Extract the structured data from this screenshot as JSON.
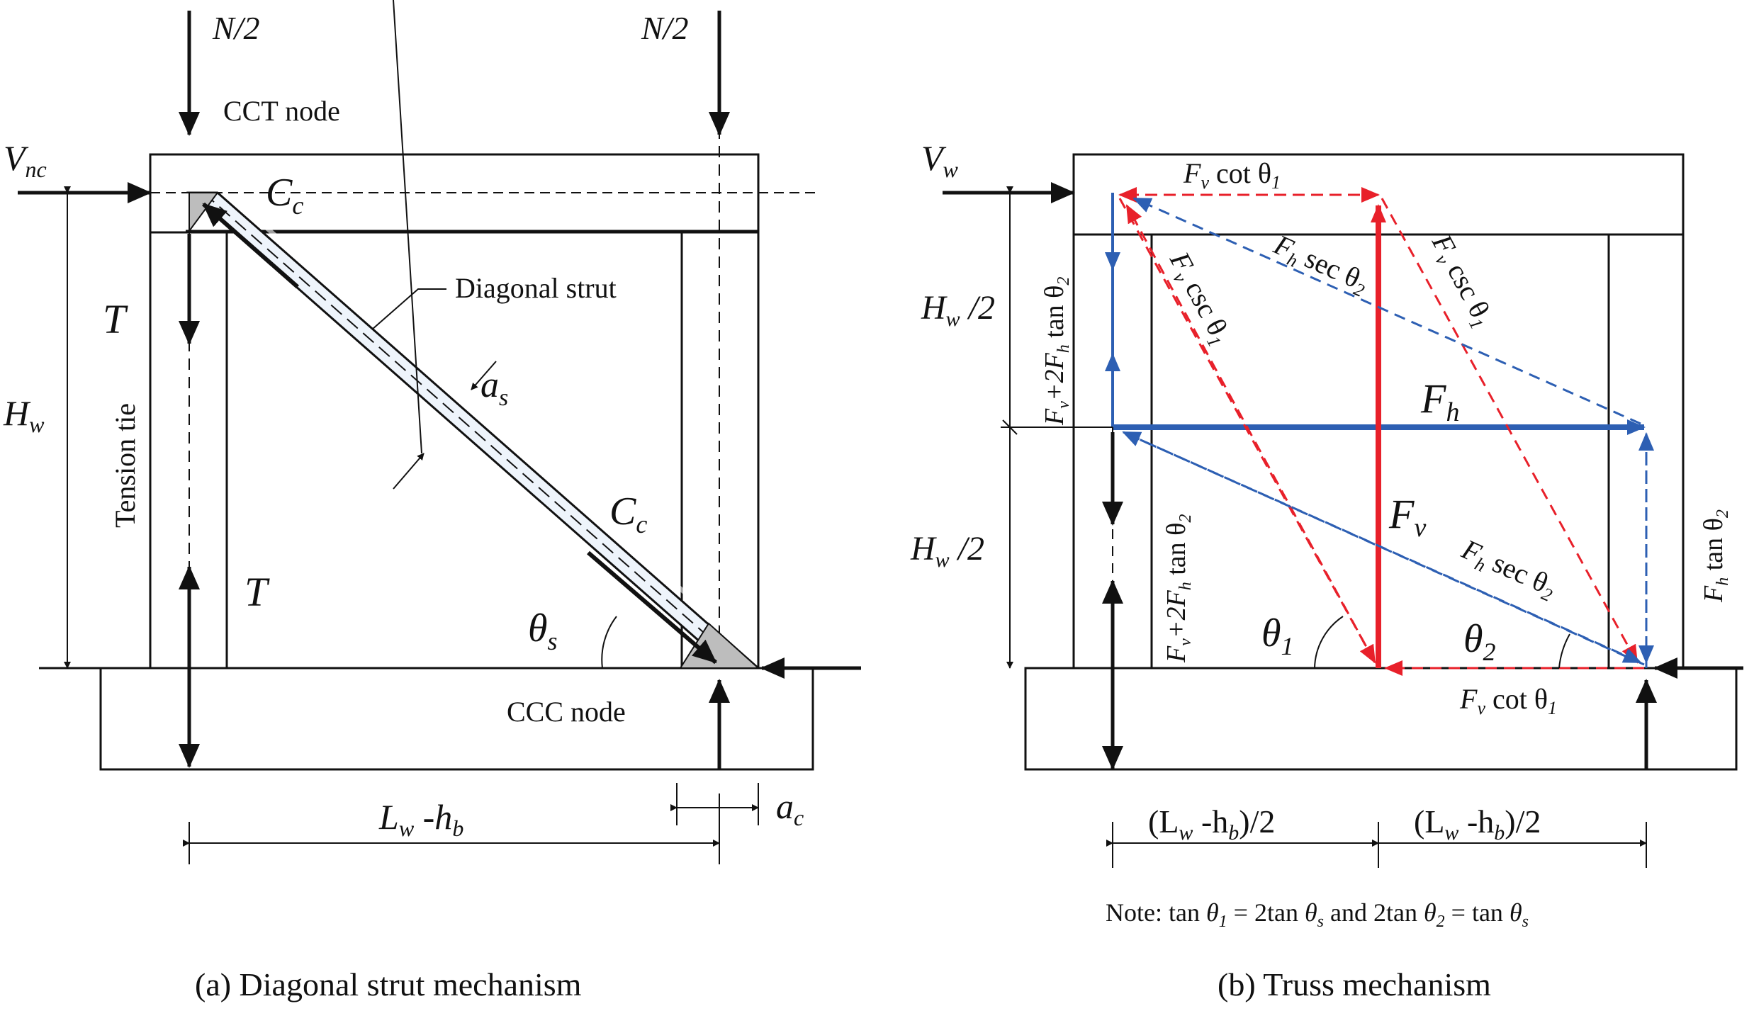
{
  "left_panel": {
    "caption": "(a) Diagonal strut mechanism",
    "load_left": "N/2",
    "load_right": "N/2",
    "cct_node": "CCT node",
    "ccc_node": "CCC node",
    "shear_label": "V",
    "shear_sub": "nc",
    "cc_top": "C",
    "cc_top_sub": "c",
    "cc_bottom": "C",
    "cc_bottom_sub": "c",
    "diag_label": "Diagonal strut",
    "as_label": "a",
    "as_sub": "s",
    "t_upper": "T",
    "t_lower": "T",
    "tension_tie": "Tension tie",
    "hw_label": "H",
    "hw_sub": "w",
    "theta_s": "θ",
    "theta_s_sub": "s",
    "lw_label": "L",
    "lw_sub": "w",
    "hb_label": " -h",
    "hb_sub": "b",
    "ac_label": "a",
    "ac_sub": "c"
  },
  "right_panel": {
    "caption": "(b) Truss mechanism",
    "shear_label": "V",
    "shear_sub": "w",
    "top_force": "F",
    "top_force_sub": "v",
    "top_force_rest": " cot θ",
    "top_force_rest_sub": "1",
    "bottom_force": "F",
    "bottom_force_sub": "v",
    "bottom_force_rest": " cot θ",
    "bottom_force_rest_sub": "1",
    "fv_csc_left": "F",
    "fv_csc_left_sub": "v",
    "fv_csc_left_rest": " csc θ",
    "fv_csc_left_rest_sub": "1",
    "fv_csc_right": "F",
    "fv_csc_right_sub": "v",
    "fv_csc_right_rest": " csc θ",
    "fv_csc_right_rest_sub": "1",
    "fh_sec_top": "F",
    "fh_sec_top_sub": "h",
    "fh_sec_top_rest": " sec θ",
    "fh_sec_top_rest_sub": "2",
    "fh_sec_bottom": "F",
    "fh_sec_bottom_sub": "h",
    "fh_sec_bottom_rest": " sec θ",
    "fh_sec_bottom_rest_sub": "2",
    "fh_label": "F",
    "fh_sub": "h",
    "fv_label": "F",
    "fv_sub": "v",
    "hw2_top": "H",
    "hw2_top_sub": "w",
    "hw2_top_rest": " /2",
    "hw2_bottom": "H",
    "hw2_bottom_sub": "w",
    "hw2_bottom_rest": " /2",
    "vert_upper": "F",
    "vert_upper_sub": "v",
    "vert_upper_rest": "+2F",
    "vert_upper_rest_sub": "h",
    "vert_upper_tail": " tan θ",
    "vert_upper_tail_sub": "2",
    "vert_lower": "F",
    "vert_lower_sub": "v",
    "vert_lower_rest": "+2F",
    "vert_lower_rest_sub": "h",
    "vert_lower_tail": " tan θ",
    "vert_lower_tail_sub": "2",
    "right_side": "F",
    "right_side_sub": "h",
    "right_side_rest": " tan θ",
    "right_side_rest_sub": "2",
    "theta1": "θ",
    "theta1_sub": "1",
    "theta2": "θ",
    "theta2_sub": "2",
    "dim_left": "(L",
    "dim_left_sub": "w",
    "dim_left_mid": " -h",
    "dim_left_mid_sub": "b",
    "dim_left_end": ")/2",
    "dim_right": "(L",
    "dim_right_sub": "w",
    "dim_right_mid": " -h",
    "dim_right_mid_sub": "b",
    "dim_right_end": ")/2",
    "note_prefix": "Note: tan ",
    "note_t1": "θ",
    "note_t1_sub": "1",
    "note_eq1": " = 2tan ",
    "note_ts1": "θ",
    "note_ts1_sub": "s",
    "note_and": " and 2tan ",
    "note_t2": "θ",
    "note_t2_sub": "2",
    "note_eq2": " = tan ",
    "note_ts2": "θ",
    "note_ts2_sub": "s"
  },
  "colors": {
    "red": "#e8202a",
    "blue": "#2d5fb3",
    "black": "#111111",
    "strut_fill": "#eef4fb",
    "node_fill": "#bdbdbd"
  }
}
